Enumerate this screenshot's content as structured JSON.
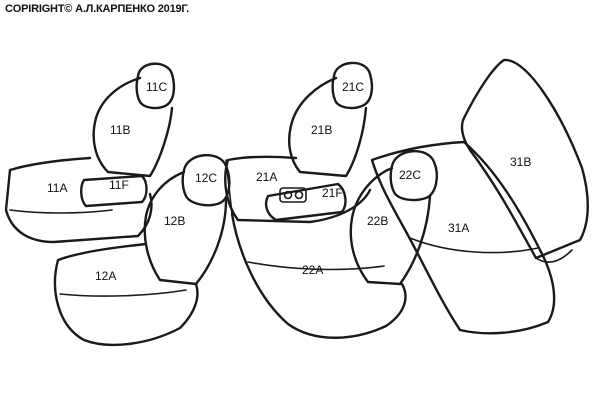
{
  "copyright": "COPIRIGHT© А.Л.КАРПЕНКО 2019Г.",
  "labels": {
    "11C": "11C",
    "11B": "11B",
    "11A": "11A",
    "11F": "11F",
    "12C": "12C",
    "12B": "12B",
    "12A": "12A",
    "21C": "21C",
    "21B": "21B",
    "21A": "21A",
    "21F": "21F",
    "22C": "22C",
    "22B": "22B",
    "22A": "22A",
    "31A": "31A",
    "31B": "31B"
  }
}
